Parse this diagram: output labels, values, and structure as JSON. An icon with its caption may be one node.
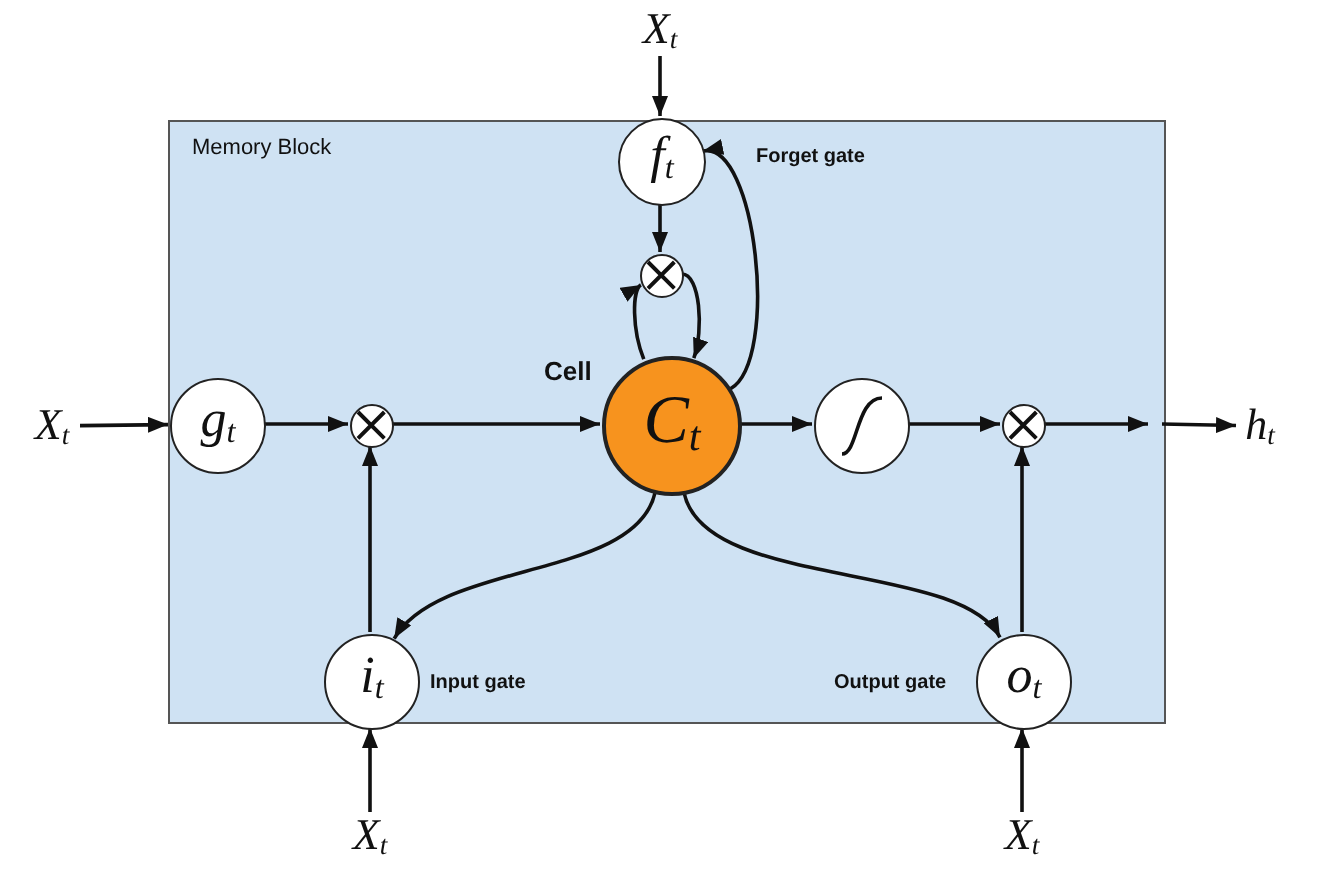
{
  "diagram": {
    "nodes": [
      {
        "text": [
          "Memory Block"
        ]
      },
      {
        "text": [
          "X$_{t}$"
        ]
      },
      {
        "text": [
          "f$_{t}$"
        ],
        "in": 0,
        "beside": [
          "Forget gate"
        ]
      },
      {
        "text": [],
        "shape": "circle",
        "in": 0
      },
      {
        "text": [
          "X$_{t}$"
        ]
      },
      {
        "text": [
          "g$_{t}$"
        ],
        "in": 0
      },
      {
        "text": [],
        "shape": "circle",
        "in": 0
      },
      {
        "text": [
          "C$_{t}$"
        ],
        "in": 0,
        "beside": [
          "Cell"
        ]
      },
      {
        "text": [],
        "shape": "circle",
        "in": 0
      },
      {
        "text": [],
        "shape": "circle",
        "in": 0
      },
      {
        "text": [
          "h$_{t}$"
        ]
      },
      {
        "text": [
          "i$_{t}$"
        ],
        "in": 0,
        "beside": [
          "Input gate"
        ]
      },
      {
        "text": [
          "o$_{t}$"
        ],
        "in": 0,
        "beside": [
          "Output gate"
        ]
      },
      {
        "text": [
          "X$_{t}$"
        ]
      },
      {
        "text": [
          "X$_{t}$"
        ]
      }
    ],
    "edges": [
      {
        "from": 1,
        "to": 2,
        "arrow": "to"
      },
      {
        "from": 2,
        "to": 3,
        "arrow": "to"
      },
      {
        "from": 7,
        "to": 3,
        "arrow": "to"
      },
      {
        "from": 3,
        "to": 7,
        "arrow": "to"
      },
      {
        "from": 7,
        "to": 2,
        "arrow": "to"
      },
      {
        "from": 4,
        "to": 5,
        "arrow": "to"
      },
      {
        "from": 5,
        "to": 6,
        "arrow": "to"
      },
      {
        "from": 6,
        "to": 7,
        "arrow": "to"
      },
      {
        "from": 11,
        "to": 6,
        "arrow": "to"
      },
      {
        "from": 7,
        "to": 11,
        "arrow": "to"
      },
      {
        "from": 7,
        "to": 8,
        "arrow": "to"
      },
      {
        "from": 8,
        "to": 9,
        "arrow": "to"
      },
      {
        "from": 12,
        "to": 9,
        "arrow": "to"
      },
      {
        "from": 7,
        "to": 12,
        "arrow": "to"
      },
      {
        "from": 9,
        "to": 0,
        "arrow": "to"
      },
      {
        "from": 0,
        "to": 10,
        "arrow": "to"
      },
      {
        "from": 13,
        "to": 11,
        "arrow": "to"
      },
      {
        "from": 14,
        "to": 12,
        "arrow": "to"
      }
    ]
  }
}
